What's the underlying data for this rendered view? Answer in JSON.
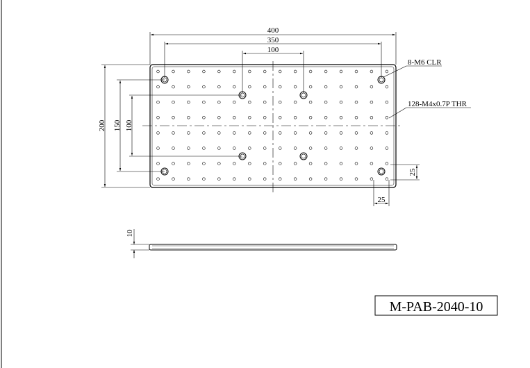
{
  "drawing": {
    "dims": {
      "width_total": "400",
      "hole_span": "350",
      "inner_span": "100",
      "height_total": "200",
      "hole_span_v": "150",
      "inner_span_v": "100",
      "pitch_h": "25",
      "pitch_v": "25",
      "thickness": "10"
    },
    "callouts": {
      "clearance_holes": "8-M6 CLR",
      "tapped_holes": "128-M4x0.7P THR"
    },
    "part_number": "M-PAB-2040-10"
  }
}
